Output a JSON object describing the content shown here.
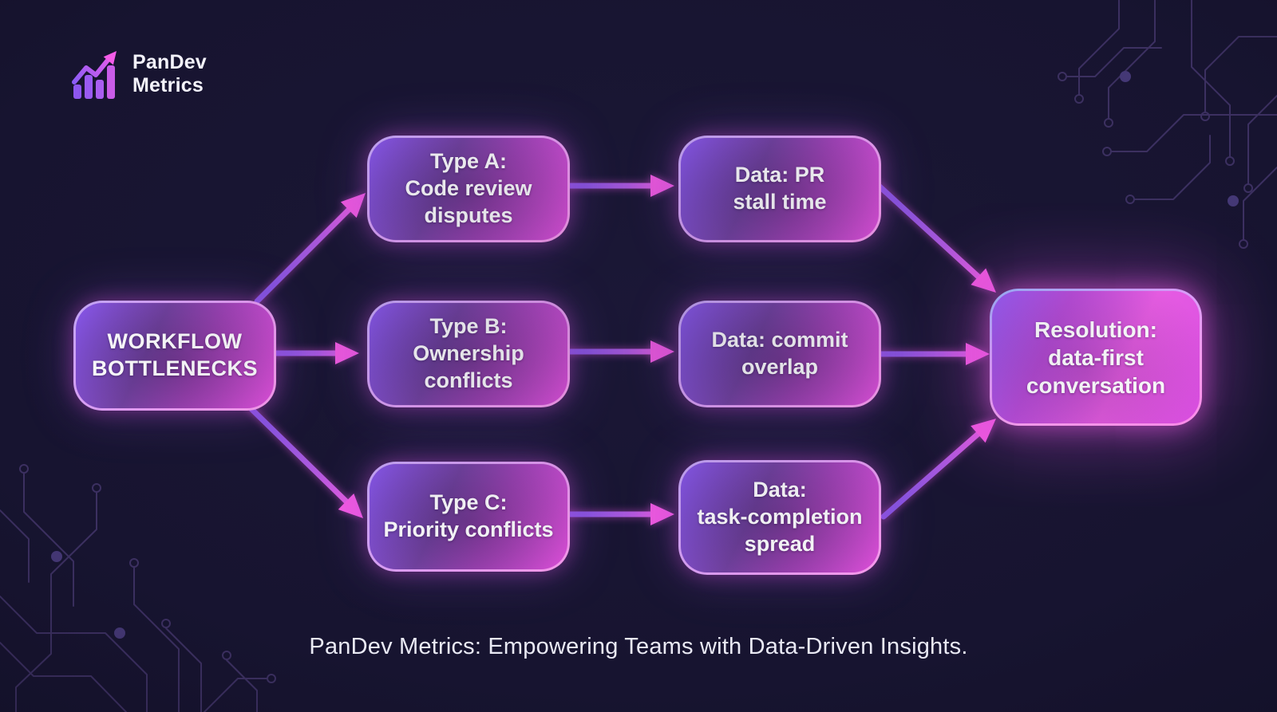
{
  "brand": {
    "line1": "PanDev",
    "line2": "Metrics",
    "icon": "growth-chart-icon"
  },
  "diagram": {
    "nodes": {
      "workflow": {
        "label": "WORKFLOW\nBOTTLENECKS"
      },
      "type_a": {
        "label": "Type A:\nCode review\ndisputes"
      },
      "type_b": {
        "label": "Type B:\nOwnership\nconflicts"
      },
      "type_c": {
        "label": "Type C:\nPriority conflicts"
      },
      "data_pr": {
        "label": "Data: PR\nstall time"
      },
      "data_commit": {
        "label": "Data: commit\noverlap"
      },
      "data_task": {
        "label": "Data:\ntask-completion\nspread"
      },
      "resolution": {
        "label": "Resolution:\ndata-first\nconversation"
      }
    },
    "edges": [
      {
        "from": "workflow",
        "to": "type_a"
      },
      {
        "from": "workflow",
        "to": "type_b"
      },
      {
        "from": "workflow",
        "to": "type_c"
      },
      {
        "from": "type_a",
        "to": "data_pr"
      },
      {
        "from": "type_b",
        "to": "data_commit"
      },
      {
        "from": "type_c",
        "to": "data_task"
      },
      {
        "from": "data_pr",
        "to": "resolution"
      },
      {
        "from": "data_commit",
        "to": "resolution"
      },
      {
        "from": "data_task",
        "to": "resolution"
      }
    ]
  },
  "footer": {
    "tagline": "PanDev Metrics: Empowering Teams with Data-Driven Insights."
  },
  "colors": {
    "background": "#171430",
    "node_purple": "#8a58f0",
    "node_pink": "#e852e2",
    "node_border_light": "#e79ef6",
    "arrow_tail_purple": "#7d55e6",
    "arrow_head_pink": "#fb5ce8",
    "circuit_trace": "#3c3061",
    "text": "#ffffff"
  }
}
